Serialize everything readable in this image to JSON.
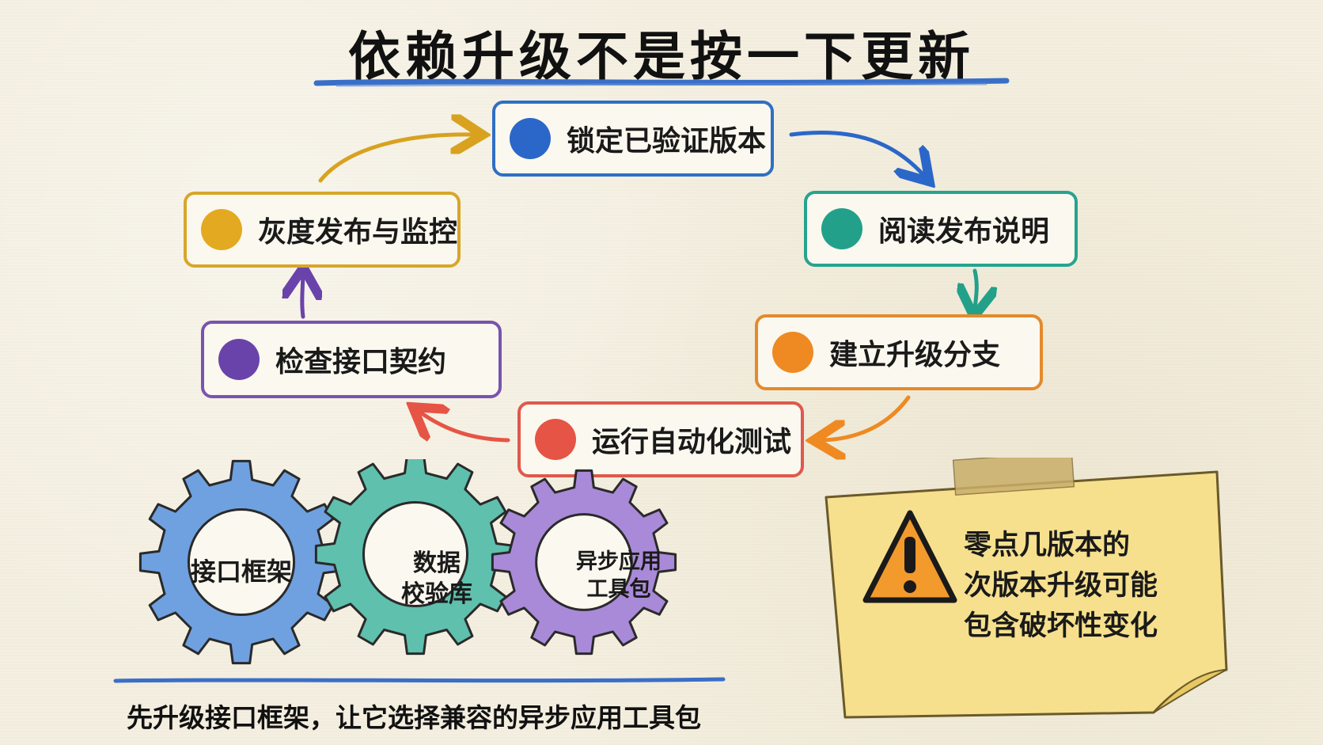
{
  "title": "依赖升级不是按一下更新",
  "cycle_steps": [
    {
      "label": "锁定已验证版本",
      "color": "#2b67c9"
    },
    {
      "label": "阅读发布说明",
      "color": "#23a08a"
    },
    {
      "label": "建立升级分支",
      "color": "#ee8a21"
    },
    {
      "label": "运行自动化测试",
      "color": "#e65445"
    },
    {
      "label": "检查接口契约",
      "color": "#6a43aa"
    },
    {
      "label": "灰度发布与监控",
      "color": "#e3a920"
    }
  ],
  "gears": [
    {
      "lines": [
        "接口框架"
      ],
      "color": "#6fa1e0"
    },
    {
      "lines": [
        "数据",
        "校验库"
      ],
      "color": "#5ec0ad"
    },
    {
      "lines": [
        "异步应用",
        "工具包"
      ],
      "color": "#a98ad8"
    }
  ],
  "gear_caption": "先升级接口框架，让它选择兼容的异步应用工具包",
  "warning_note": {
    "lines": [
      "零点几版本的",
      "次版本升级可能",
      "包含破坏性变化"
    ],
    "note_color": "#f6e08e",
    "icon": "warning-icon"
  }
}
